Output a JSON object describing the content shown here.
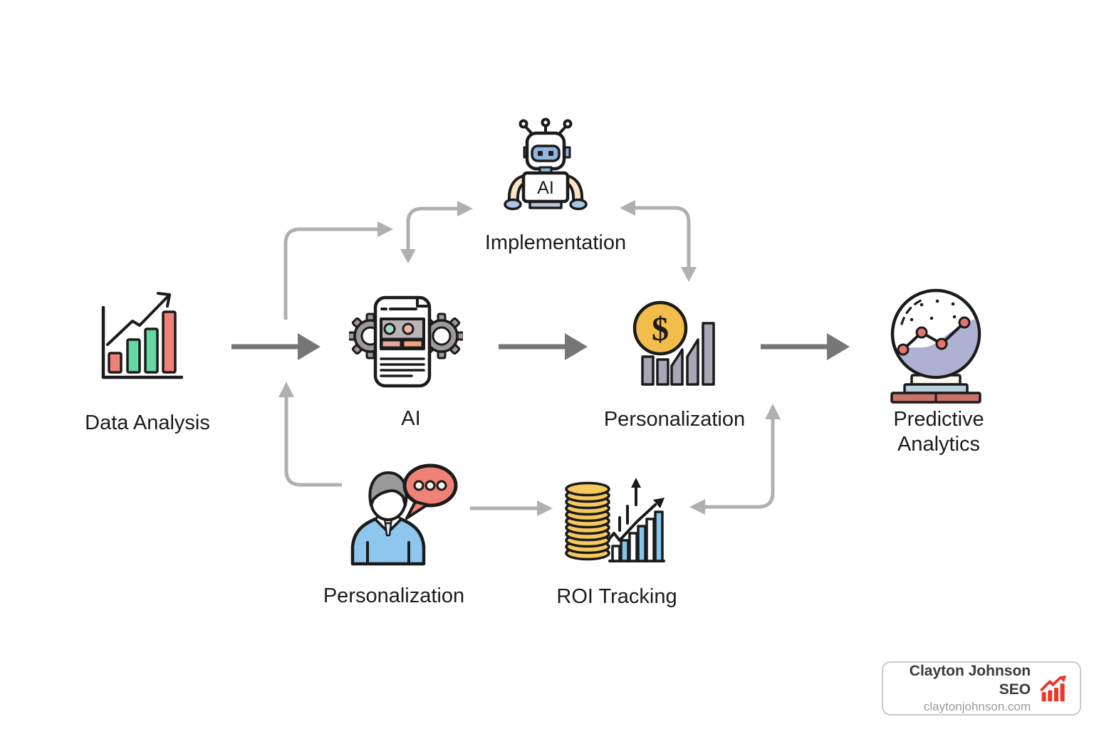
{
  "colors": {
    "bg": "#ffffff",
    "ink": "#1b1b1b",
    "arrow_dark": "#767676",
    "arrow_light": "#b1b0af",
    "salmon": "#ee8276",
    "dot_red": "#e4746c",
    "mint": "#65d9a2",
    "gold": "#f2bd4b",
    "coin_gold": "#f6c95e",
    "slate": "#a9a6b6",
    "gear_gray": "#9d999d",
    "panel_gray": "#b7b3b7",
    "teal_dot": "#a8d8c8",
    "pink_dot": "#f2b3ab",
    "strip_pink": "#e5a79c",
    "strip_orange": "#efa583",
    "robot_blue": "#92b7de",
    "robot_foot": "#a9c6e4",
    "arm_cream": "#f9e4c8",
    "base_gray": "#b9c6d6",
    "suit_blue": "#8ec7ed",
    "tie_blue": "#dceefc",
    "hair_gray": "#9a9a9a",
    "bubble_dot": "#f7f3e8",
    "lavender": "#aeb2d0",
    "stand_white": "#fdf9f2",
    "stand_blue": "#b8cfdd",
    "stand_red": "#c9736b",
    "roi_blue": "#85c3e8",
    "brand_red": "#e9372c",
    "brand_text": "#3a3a3a",
    "brand_sub": "#9b9b9b",
    "brand_border": "#c9c9c9"
  },
  "labels": {
    "data_analysis": "Data Analysis",
    "ai": "AI",
    "implementation": "Implementation",
    "personalization_top": "Personalization",
    "predictive_analytics": "Predictive Analytics",
    "personalization_bottom": "Personalization",
    "roi_tracking": "ROI Tracking"
  },
  "icon_text": {
    "robot_badge": "AI",
    "coin_symbol": "$"
  },
  "branding": {
    "name": "Clayton Johnson SEO",
    "url": "claytonjohnson.com"
  }
}
